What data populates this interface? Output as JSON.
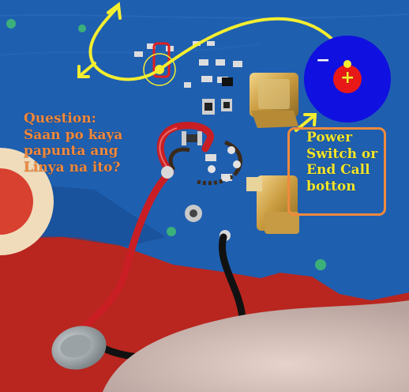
{
  "annotation": {
    "question_lines": [
      "Question:",
      "Saan po kaya",
      "papunta ang",
      "Linya na ito?"
    ],
    "power_lines": [
      "Power",
      "Switch or",
      "End Call",
      "botton"
    ],
    "battery_minus": "−",
    "battery_plus": "+"
  },
  "colors": {
    "question_text": "#f2893c",
    "power_text": "#f4e62a",
    "box_outline": "#f08a3c",
    "arrow": "#f4ee30",
    "pcb": "#1f5fb0",
    "battery_outer": "#1010e0",
    "battery_inner": "#e81818",
    "background_red": "#c42a22"
  }
}
